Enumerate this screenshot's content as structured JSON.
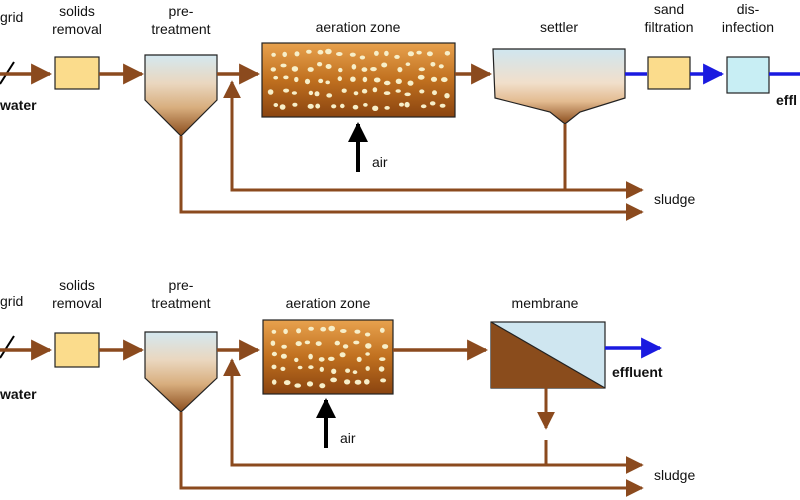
{
  "colors": {
    "flow": "#8B4A1E",
    "effluent": "#1a1ae0",
    "box_fill": "#FBDC8C",
    "disinfection_fill": "#C8EEF4",
    "outline": "#222222",
    "sludge_dark": "#8A4C1C",
    "sludge_light": "#E7C7A2",
    "water_light": "#CFE6F0",
    "aeration_dark": "#8E4A12",
    "aeration_light": "#E49A45",
    "bubble": "#F7EFC9"
  },
  "top_process": {
    "grid": "grid",
    "solids_removal_1": "solids",
    "solids_removal_2": "removal",
    "pretreatment_1": "pre-",
    "pretreatment_2": "treatment",
    "aeration_zone": "aeration zone",
    "air": "air",
    "settler": "settler",
    "sand_filtration_1": "sand",
    "sand_filtration_2": "filtration",
    "disinfection_1": "dis-",
    "disinfection_2": "infection",
    "water": "water",
    "effluent": "effl",
    "sludge": "sludge"
  },
  "bottom_process": {
    "grid": "grid",
    "solids_removal_1": "solids",
    "solids_removal_2": "removal",
    "pretreatment_1": "pre-",
    "pretreatment_2": "treatment",
    "aeration_zone": "aeration zone",
    "air": "air",
    "membrane": "membrane",
    "water": "water",
    "effluent": "effluent",
    "sludge": "sludge"
  }
}
